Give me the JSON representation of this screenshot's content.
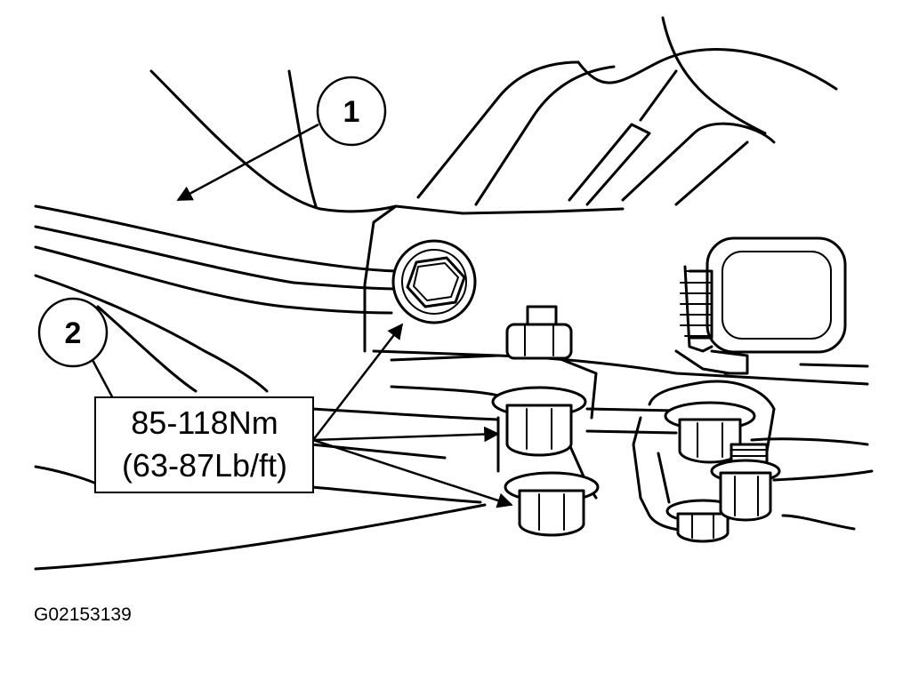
{
  "callouts": [
    {
      "label": "1"
    },
    {
      "label": "2"
    }
  ],
  "torque_spec": {
    "line1": "85-118Nm",
    "line2": "(63-87Lb/ft)"
  },
  "figure_id": "G02153139",
  "colors": {
    "ink": "#000000",
    "paper": "#ffffff"
  }
}
